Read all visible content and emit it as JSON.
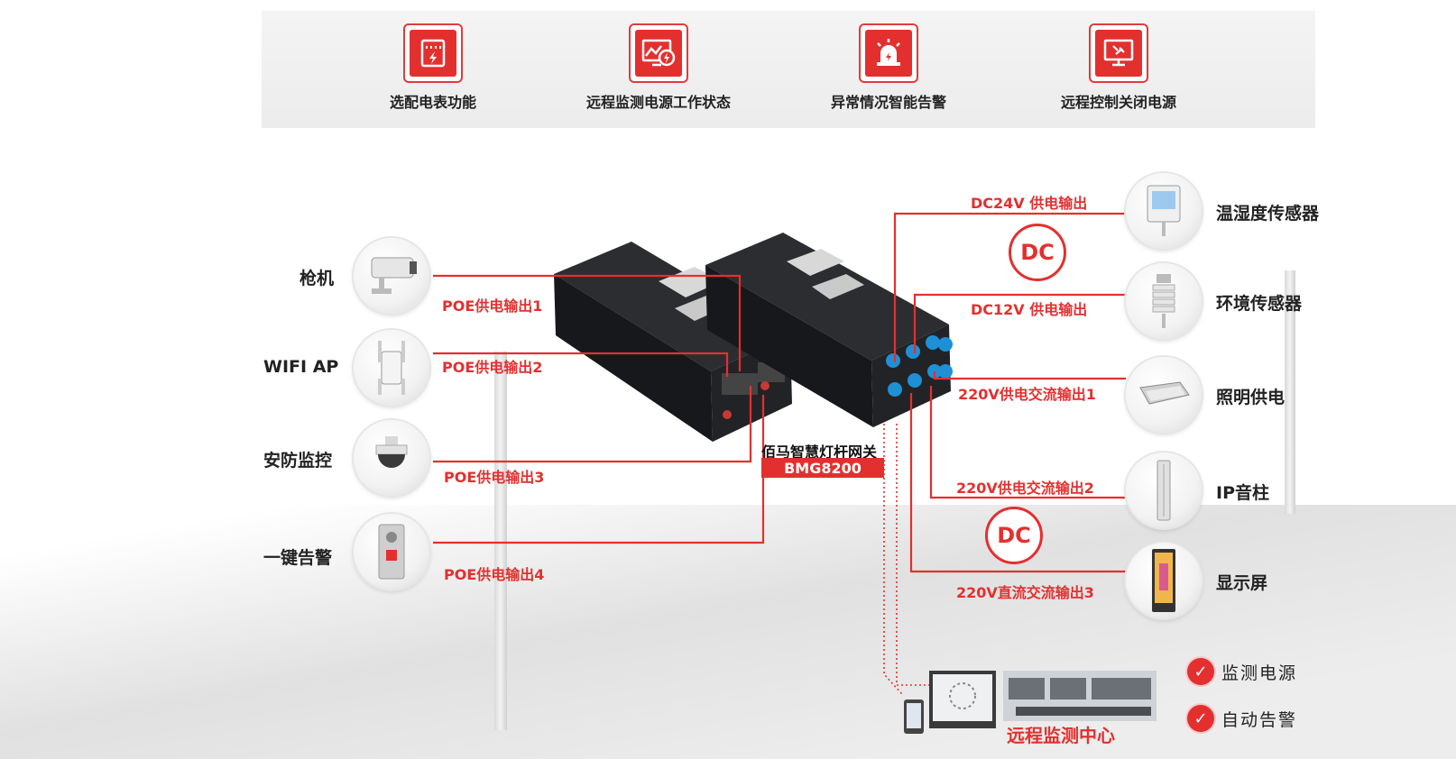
{
  "features": [
    {
      "label": "选配电表功能",
      "icon": "meter-icon"
    },
    {
      "label": "远程监测电源工作状态",
      "icon": "monitor-chart-icon"
    },
    {
      "label": "异常情况智能告警",
      "icon": "alarm-siren-icon"
    },
    {
      "label": "远程控制关闭电源",
      "icon": "remote-control-icon"
    }
  ],
  "left_devices": [
    {
      "name": "枪机",
      "output": "POE供电输出1"
    },
    {
      "name": "WIFI AP",
      "output": "POE供电输出2"
    },
    {
      "name": "安防监控",
      "output": "POE供电输出3"
    },
    {
      "name": "一键告警",
      "output": "POE供电输出4"
    }
  ],
  "gateway": {
    "name": "佰马智慧灯杆网关",
    "model": "BMG8200"
  },
  "right_devices": [
    {
      "name": "温湿度传感器",
      "output": "DC24V 供电输出"
    },
    {
      "name": "环境传感器",
      "output": "DC12V 供电输出"
    },
    {
      "name": "照明供电",
      "output": "220V供电交流输出1"
    },
    {
      "name": "IP音柱",
      "output": "220V供电交流输出2"
    },
    {
      "name": "显示屏",
      "output": "220V直流交流输出3"
    }
  ],
  "dc_badges": [
    "DC",
    "DC"
  ],
  "monitor_center": {
    "label": "远程监测中心",
    "checks": [
      "监测电源",
      "自动告警"
    ]
  },
  "colors": {
    "accent": "#e3302f",
    "device_body": "#1e1f22"
  }
}
